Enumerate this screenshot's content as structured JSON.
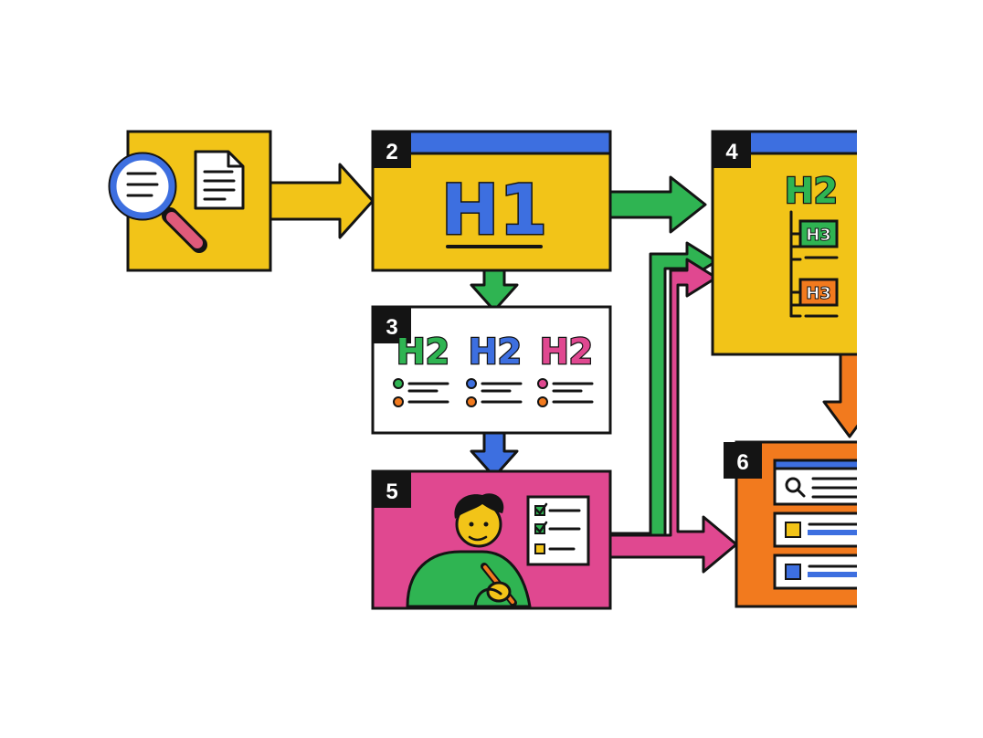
{
  "steps": {
    "s1": {
      "number": "",
      "icons": [
        "magnifier-icon",
        "document-icon"
      ]
    },
    "s2": {
      "number": "2",
      "heading": "H1"
    },
    "s3": {
      "number": "3",
      "headings": [
        "H2",
        "H2",
        "H2"
      ]
    },
    "s4": {
      "number": "4",
      "heading": "H2",
      "subheadings": [
        "H3",
        "H3"
      ]
    },
    "s5": {
      "number": "5",
      "icons": [
        "person-writing-icon",
        "checklist-icon"
      ]
    },
    "s6": {
      "number": "6",
      "icons": [
        "search-icon",
        "result-list-icon"
      ]
    }
  },
  "colors": {
    "yellow": "#f2c418",
    "blue": "#3d6fe0",
    "green": "#2fb452",
    "pink": "#e04890",
    "orange": "#f27a1e",
    "outline": "#141414"
  }
}
